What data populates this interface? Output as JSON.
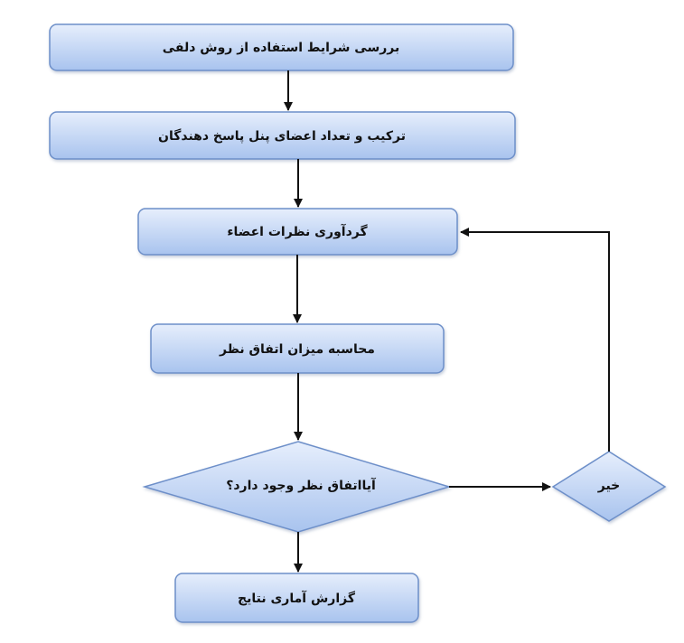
{
  "flowchart": {
    "nodes": {
      "delphi_review": "بررسی شرایط استفاده از روش دلفی",
      "panel_composition": "ترکیب و تعداد اعضای پنل پاسخ دهندگان",
      "collect_opinions": "گردآوری نظرات اعضاء",
      "calculate_agreement": "محاسبه میزان اتفاق نظر",
      "agreement_question": "آیااتفاق نظر وجود دارد؟",
      "no_branch": "خیر",
      "statistical_report": "گزارش آماری نتایج"
    },
    "colors": {
      "box_fill_top": "#e4ecfb",
      "box_fill_bottom": "#a9c4ee",
      "box_stroke": "#6d8fc9",
      "arrow": "#111111"
    }
  }
}
